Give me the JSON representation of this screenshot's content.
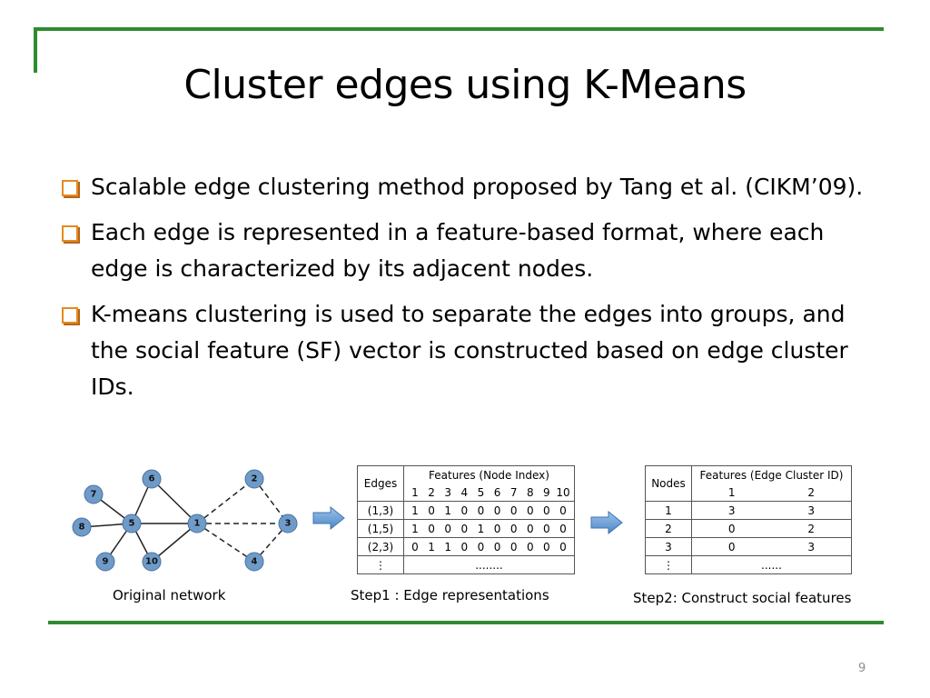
{
  "slide": {
    "title": "Cluster edges using K-Means",
    "page_number": "9",
    "accent_color": "#2e8b2e",
    "bullet_color": "#e68a1f"
  },
  "bullets": [
    {
      "text": "Scalable edge clustering method proposed by Tang et al. (CIKM’09)."
    },
    {
      "text": "Each edge is represented in a feature-based format, where each edge is characterized by its adjacent nodes."
    },
    {
      "text": "K-means clustering is used to separate the edges into groups, and the social feature (SF) vector is constructed based on edge cluster IDs."
    }
  ],
  "network": {
    "node_color": "#6f9bc9",
    "nodes": [
      "7",
      "6",
      "2",
      "8",
      "5",
      "1",
      "3",
      "9",
      "10",
      "4"
    ],
    "caption": "Original network"
  },
  "edge_table": {
    "header_edges": "Edges",
    "header_features": "Features (Node Index)",
    "indices": [
      "1",
      "2",
      "3",
      "4",
      "5",
      "6",
      "7",
      "8",
      "9",
      "10"
    ],
    "rows": [
      {
        "edge": "(1,3)",
        "values": [
          "1",
          "0",
          "1",
          "0",
          "0",
          "0",
          "0",
          "0",
          "0",
          "0"
        ]
      },
      {
        "edge": "(1,5)",
        "values": [
          "1",
          "0",
          "0",
          "0",
          "1",
          "0",
          "0",
          "0",
          "0",
          "0"
        ]
      },
      {
        "edge": "(2,3)",
        "values": [
          "0",
          "1",
          "1",
          "0",
          "0",
          "0",
          "0",
          "0",
          "0",
          "0"
        ]
      }
    ],
    "ellipsis_left": "⋮",
    "ellipsis_right": "........",
    "caption": "Step1 : Edge representations"
  },
  "social_table": {
    "header_nodes": "Nodes",
    "header_features": "Features  (Edge Cluster ID)",
    "cluster_ids": [
      "1",
      "2"
    ],
    "rows": [
      {
        "node": "1",
        "values": [
          "3",
          "3"
        ]
      },
      {
        "node": "2",
        "values": [
          "0",
          "2"
        ]
      },
      {
        "node": "3",
        "values": [
          "0",
          "3"
        ]
      }
    ],
    "ellipsis_left": "⋮",
    "ellipsis_right": "......",
    "caption": "Step2: Construct social features"
  }
}
